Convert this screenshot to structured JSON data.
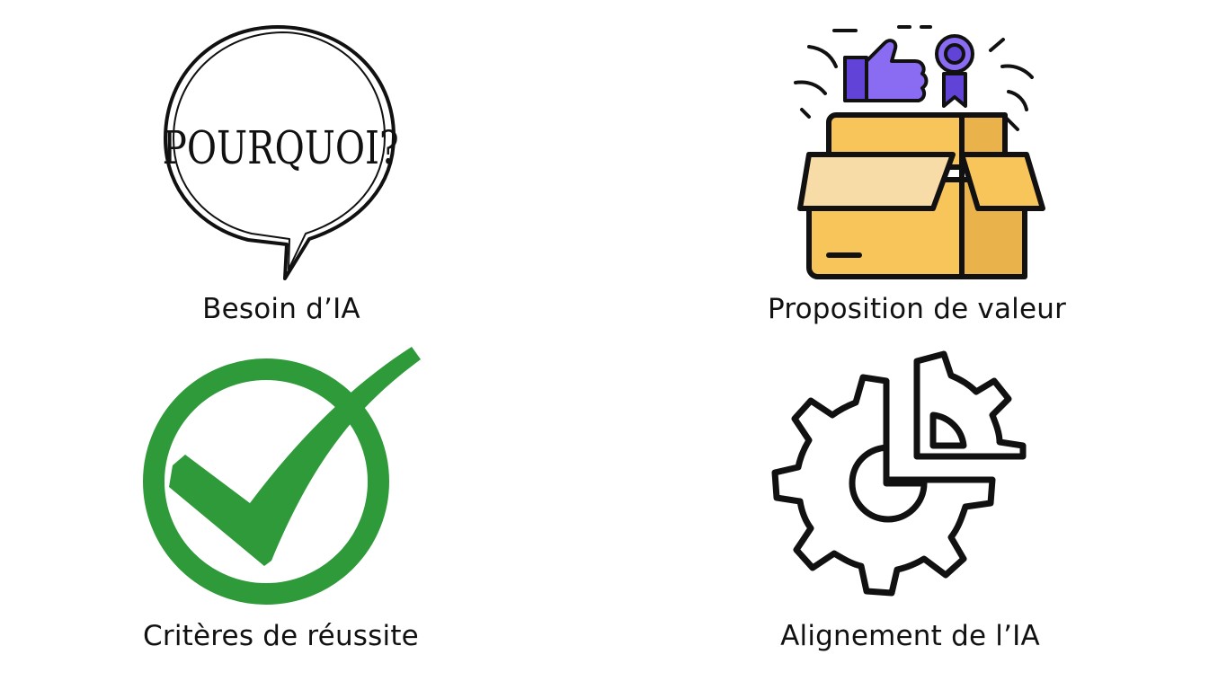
{
  "quadrants": [
    {
      "label": "Besoin d’IA",
      "icon": "speech-bubble-icon",
      "bubble_text": "POURQUOI?"
    },
    {
      "label": "Proposition de valeur",
      "icon": "gift-box-icon"
    },
    {
      "label": "Critères de réussite",
      "icon": "check-circle-icon"
    },
    {
      "label": "Alignement de l’IA",
      "icon": "gear-chart-icon"
    }
  ],
  "colors": {
    "text": "#111111",
    "check_green": "#2e9a3a",
    "box_yellow": "#f7c55a",
    "box_light": "#f8dca7",
    "box_shadow": "#e9b24a",
    "purple": "#8a6cf2",
    "dark_purple": "#6243d8"
  }
}
